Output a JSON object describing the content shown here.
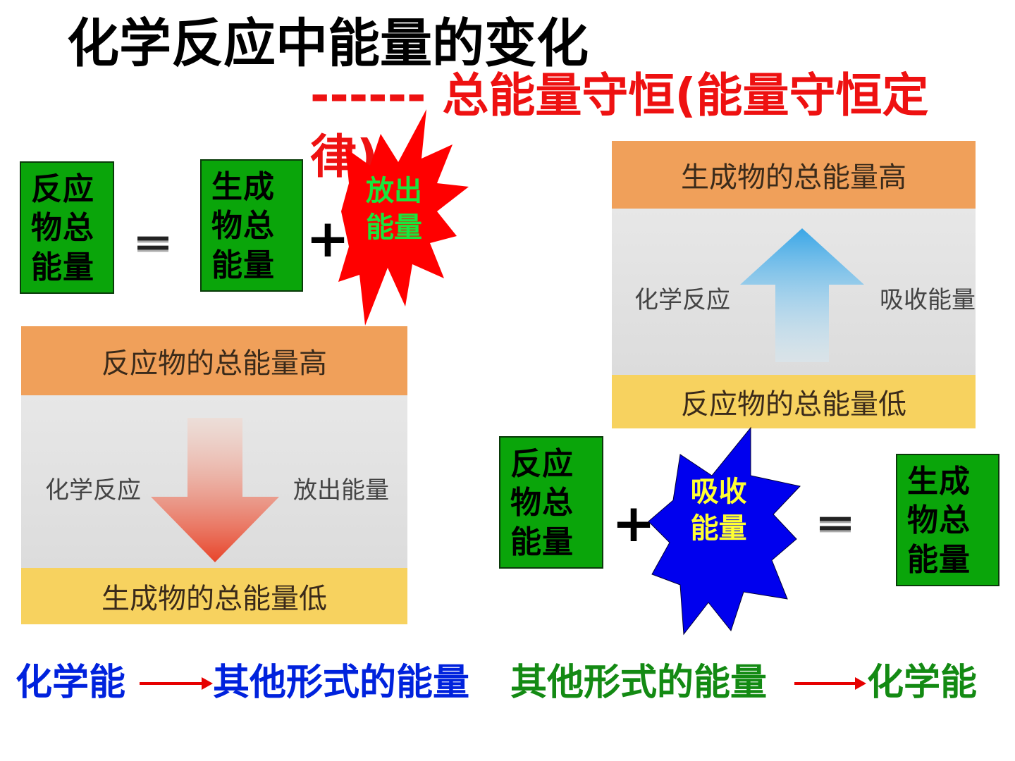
{
  "title": "化学反应中能量的变化",
  "subtitle": "------ 总能量守恒(能量守恒定律)",
  "exo": {
    "reactant_box": "反应物总能量",
    "equals": "＝",
    "product_box": "生成物总能量",
    "plus": "+",
    "burst_label": "放出能量",
    "panel": {
      "top_band": "反应物的总能量高",
      "left_label": "化学反应",
      "right_label": "放出能量",
      "bottom_band": "生成物的总能量低"
    }
  },
  "endo": {
    "reactant_box": "反应物总能量",
    "plus": "+",
    "burst_label": "吸收能量",
    "equals": "＝",
    "product_box": "生成物总能量",
    "panel": {
      "top_band": "生成物的总能量高",
      "left_label": "化学反应",
      "right_label": "吸收能量",
      "bottom_band": "反应物的总能量低"
    }
  },
  "bottom": {
    "left_from": "化学能",
    "left_to": "其他形式的能量",
    "right_from": "其他形式的能量",
    "right_to": "化学能"
  },
  "colors": {
    "box_green": "#0aa50a",
    "burst_red": "#ff0000",
    "burst_blue": "#0000ee",
    "exo_text": "#19e63c",
    "endo_text": "#ffff33",
    "orange_band": "#f0a05a",
    "yellow_band": "#f7d25f",
    "bottom_blue": "#0022dd",
    "bottom_green": "#138a13",
    "arrow_red": "#e60000"
  }
}
